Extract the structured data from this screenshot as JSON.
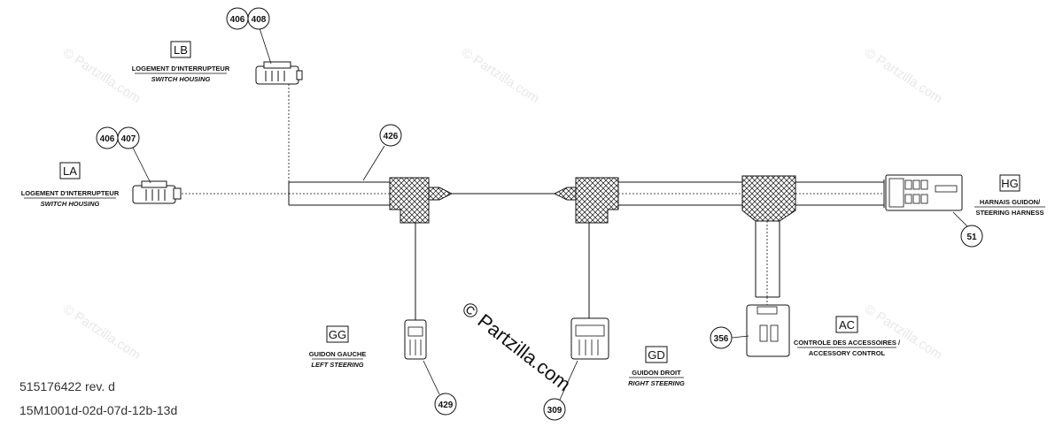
{
  "watermark": {
    "small_text": "© Partzilla.com",
    "large_text": "© Partzilla.com"
  },
  "connectors": {
    "lb": {
      "code": "LB",
      "label_fr": "LOGEMENT D'INTERRUPTEUR",
      "label_en": "SWITCH HOUSING",
      "callouts": [
        "406",
        "408"
      ]
    },
    "la": {
      "code": "LA",
      "label_fr": "LOGEMENT D'INTERRUPTEUR",
      "label_en": "SWITCH HOUSING",
      "callouts": [
        "406",
        "407"
      ]
    },
    "hg": {
      "code": "HG",
      "label_fr": "HARNAIS GUIDON/",
      "label_en": "STEERING HARNESS",
      "callouts": [
        "51"
      ]
    },
    "gg": {
      "code": "GG",
      "label_fr": "GUIDON GAUCHE",
      "label_en": "LEFT STEERING",
      "callouts": [
        "429"
      ]
    },
    "gd": {
      "code": "GD",
      "label_fr": "GUIDON DROIT",
      "label_en": "RIGHT STEERING",
      "callouts": [
        "309"
      ]
    },
    "ac": {
      "code": "AC",
      "label_fr": "CONTROLE DES ACCESSOIRES /",
      "label_en": "ACCESSORY CONTROL",
      "callouts": [
        "356"
      ]
    }
  },
  "harness_callout": "426",
  "footer": {
    "part_number": "515176422 rev. d",
    "model_codes": "15M1001d-02d-07d-12b-13d"
  },
  "colors": {
    "line": "#111111",
    "watermark": "#e6e6e6"
  }
}
